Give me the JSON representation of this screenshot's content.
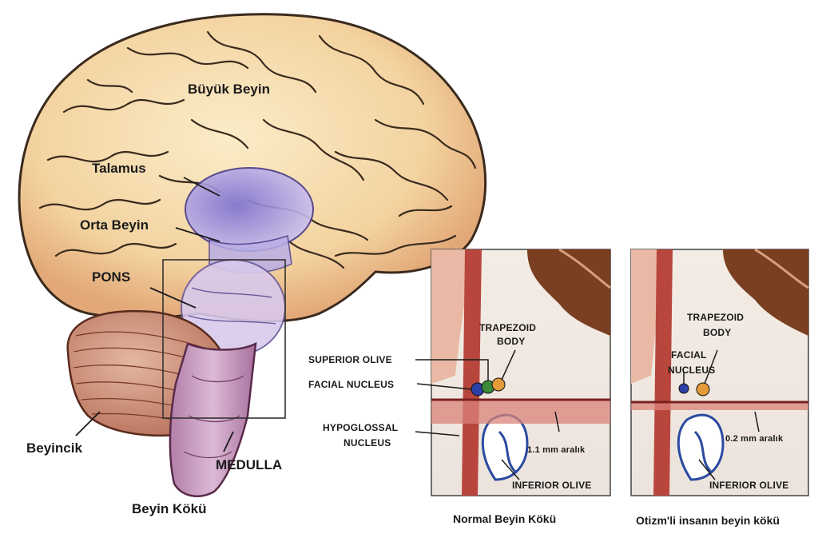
{
  "brain": {
    "labels": {
      "cerebrum": "Büyük Beyin",
      "thalamus": "Talamus",
      "midbrain": "Orta Beyin",
      "pons": "PONS",
      "cerebellum": "Beyincik",
      "medulla": "MEDULLA",
      "brainstem": "Beyin Kökü"
    }
  },
  "panel_normal": {
    "caption": "Normal Beyin Kökü",
    "trapezoid_body": [
      "TRAPEZOID",
      "BODY"
    ],
    "superior_olive": "SUPERIOR OLIVE",
    "facial_nucleus": "FACIAL NUCLEUS",
    "hypoglossal_nucleus": [
      "HYPOGLOSSAL",
      "NUCLEUS"
    ],
    "spacing": "1.1 mm aralık",
    "inferior_olive": "INFERIOR OLIVE"
  },
  "panel_autism": {
    "caption": "Otizm'li insanın beyin kökü",
    "trapezoid_body": [
      "TRAPEZOID",
      "BODY"
    ],
    "facial_nucleus": [
      "FACIAL",
      "NUCLEUS"
    ],
    "spacing": "0.2 mm aralık",
    "inferior_olive": "INFERIOR OLIVE"
  },
  "colors": {
    "cerebrum": "#f6dcaa",
    "cerebrum_shadow": "#e8b878",
    "thalamus": "#9c8fd6",
    "cerebellum": "#c98b72",
    "brainstem": "#c9a0c2",
    "panel_red": "#c0504d",
    "panel_brown": "#8a4a2a"
  }
}
